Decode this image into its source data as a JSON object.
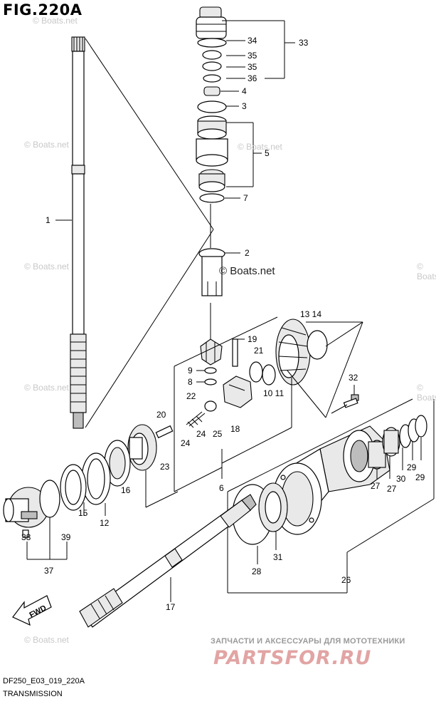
{
  "header": {
    "title": "FIG.220A"
  },
  "footer": {
    "code": "DF250_E03_019_220A",
    "section": "TRANSMISSION"
  },
  "watermarks": {
    "small": "© Boats.net",
    "large": "© Boats.net"
  },
  "brand": {
    "tagline": "ЗАПЧАСТИ И АКСЕССУАРЫ ДЛЯ МОТОТЕХНИКИ",
    "name": "PARTSFOR.RU"
  },
  "callouts": {
    "c1": "1",
    "c2": "2",
    "c3": "3",
    "c4": "4",
    "c5": "5",
    "c6": "6",
    "c7": "7",
    "c8": "8",
    "c9": "9",
    "c1011": "10 11",
    "c1314": "13 14",
    "c12": "12",
    "c15": "15",
    "c16": "16",
    "c17": "17",
    "c18": "18",
    "c19": "19",
    "c20": "20",
    "c21": "21",
    "c22": "22",
    "c23": "23",
    "c24a": "24",
    "c24b": "24",
    "c25": "25",
    "c26": "26",
    "c27a": "27",
    "c27b": "27",
    "c28": "28",
    "c29a": "29",
    "c29b": "29",
    "c30": "30",
    "c31": "31",
    "c32": "32",
    "c33": "33",
    "c34": "34",
    "c35a": "35",
    "c35b": "35",
    "c36": "36",
    "c37": "37",
    "c38": "38",
    "c39": "39"
  },
  "colors": {
    "ink": "#000000",
    "watermark": "#c8c8c8",
    "brand": "#e2a4a4"
  },
  "icons": {
    "fwd": "fwd-arrow-icon"
  },
  "labels": {
    "fwd": "FWD"
  }
}
